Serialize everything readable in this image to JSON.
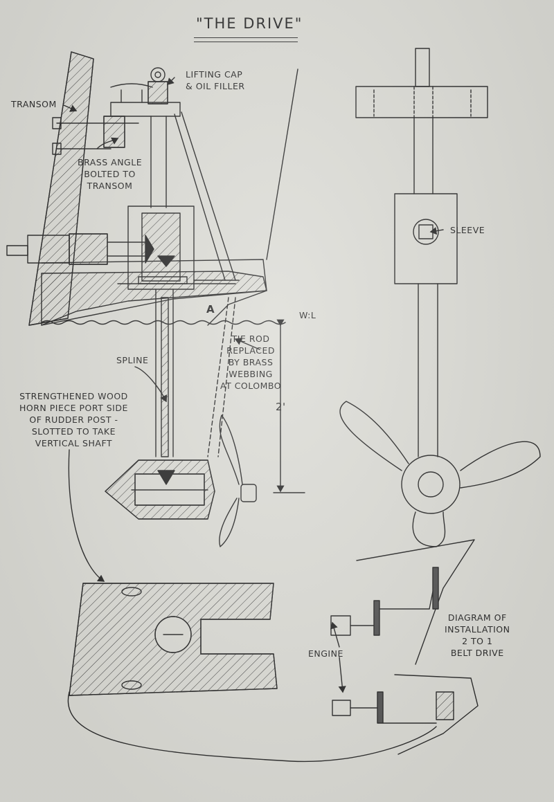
{
  "title": "\"THE DRIVE\"",
  "labels": {
    "transom": "TRANSOM",
    "lifting_cap": [
      "LIFTING CAP",
      "& OIL FILLER"
    ],
    "brass_angle": [
      "BRASS ANGLE",
      "BOLTED TO",
      "TRANSOM"
    ],
    "point_a": "A",
    "waterline": "W:L",
    "tie_rod": [
      "TIE ROD",
      "REPLACED",
      "BY BRASS",
      "WEBBING",
      "AT COLOMBO"
    ],
    "spline": "SPLINE",
    "dimension": "2'",
    "horn_piece": [
      "STRENGTHENED WOOD",
      "HORN PIECE PORT SIDE",
      "OF RUDDER POST -",
      "SLOTTED TO TAKE",
      "VERTICAL SHAFT"
    ],
    "sleeve": "SLEEVE",
    "engine": "ENGINE",
    "diagram_caption": [
      "DIAGRAM OF",
      "INSTALLATION",
      "2 TO 1",
      "BELT DRIVE"
    ]
  },
  "colors": {
    "paper": "#dcdcd6",
    "ink": "#2a2a2a"
  }
}
